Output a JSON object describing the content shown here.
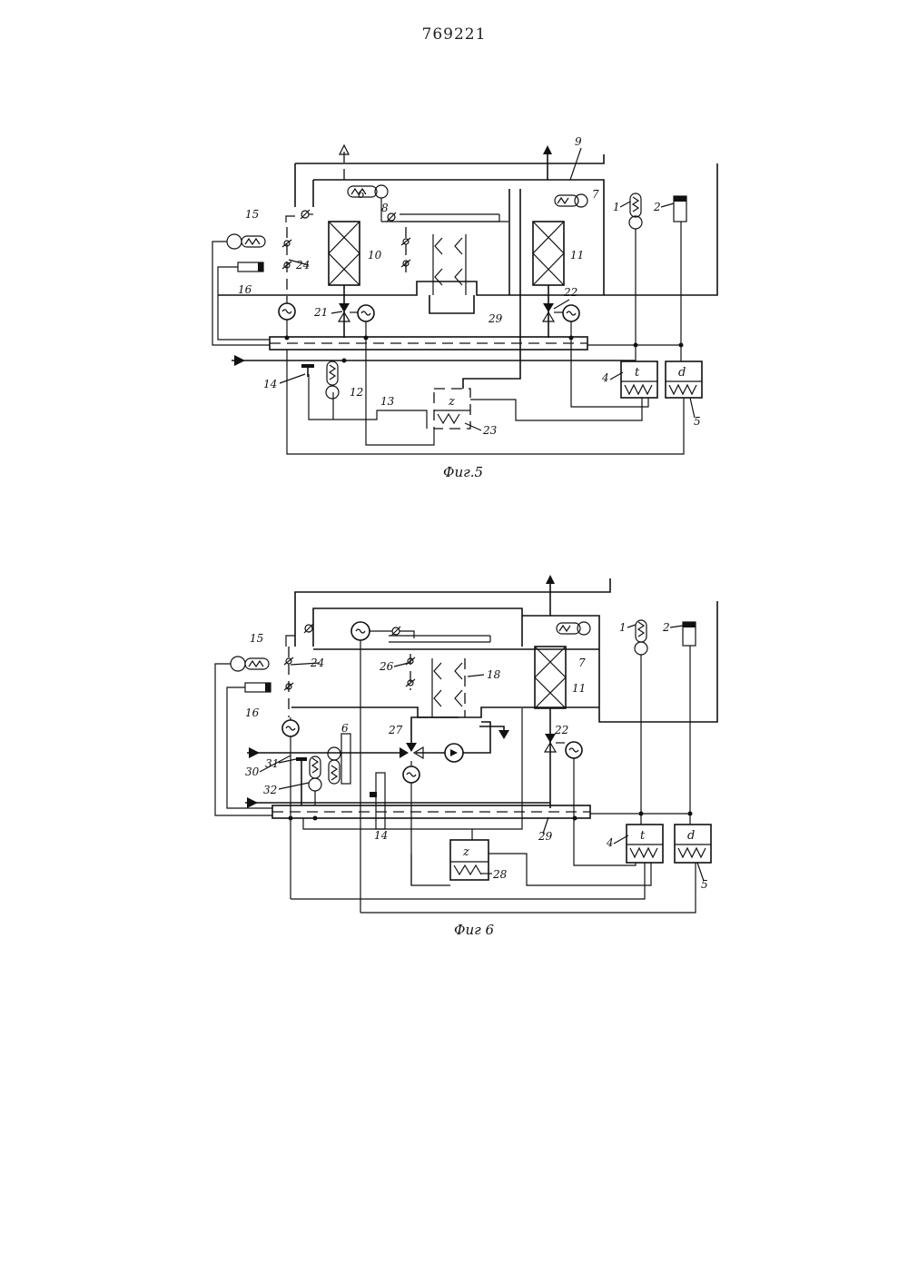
{
  "page_number": "769221",
  "figures": [
    {
      "caption": "Фиг.5",
      "labels": {
        "l1": "1",
        "l2": "2",
        "l4": "4",
        "l5": "5",
        "l6": "6",
        "l7": "7",
        "l8": "8",
        "l9": "9",
        "l10": "10",
        "l11": "11",
        "l12": "12",
        "l13": "13",
        "l14": "14",
        "l15": "15",
        "l16": "16",
        "l21": "21",
        "l22": "22",
        "l23": "23",
        "l24": "24",
        "l29": "29"
      },
      "box_letters": {
        "t": "t",
        "d": "d",
        "z": "z"
      }
    },
    {
      "caption": "Фиг 6",
      "labels": {
        "l1": "1",
        "l2": "2",
        "l4": "4",
        "l5": "5",
        "l6": "6",
        "l7": "7",
        "l11": "11",
        "l14": "14",
        "l15": "15",
        "l16": "16",
        "l18": "18",
        "l22": "22",
        "l24": "24",
        "l26": "26",
        "l27": "27",
        "l28": "28",
        "l29": "29",
        "l30": "30",
        "l31": "31",
        "l32": "32"
      },
      "box_letters": {
        "t": "t",
        "d": "d",
        "z": "z"
      }
    }
  ]
}
